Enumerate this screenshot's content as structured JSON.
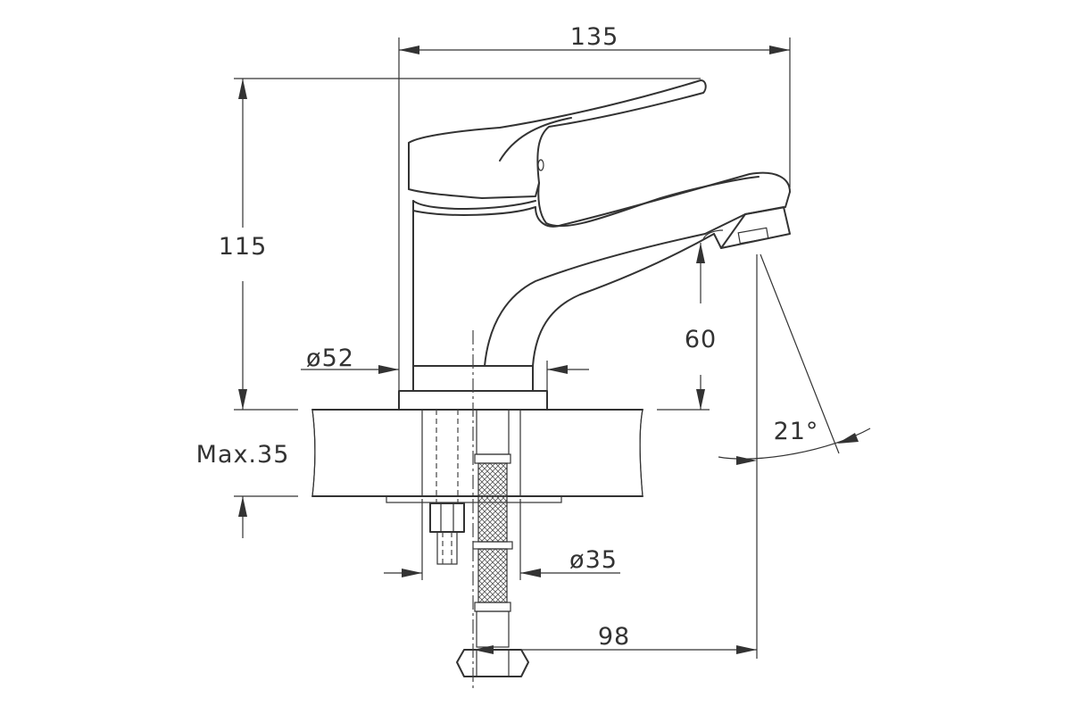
{
  "dimensions": {
    "overall_width": "135",
    "overall_height": "115",
    "spout_height": "60",
    "base_diameter": "ø52",
    "max_thickness": "Max.35",
    "hole_diameter": "ø35",
    "spout_reach": "98",
    "spout_angle": "21°"
  },
  "colors": {
    "line": "#333333",
    "background": "#ffffff"
  }
}
